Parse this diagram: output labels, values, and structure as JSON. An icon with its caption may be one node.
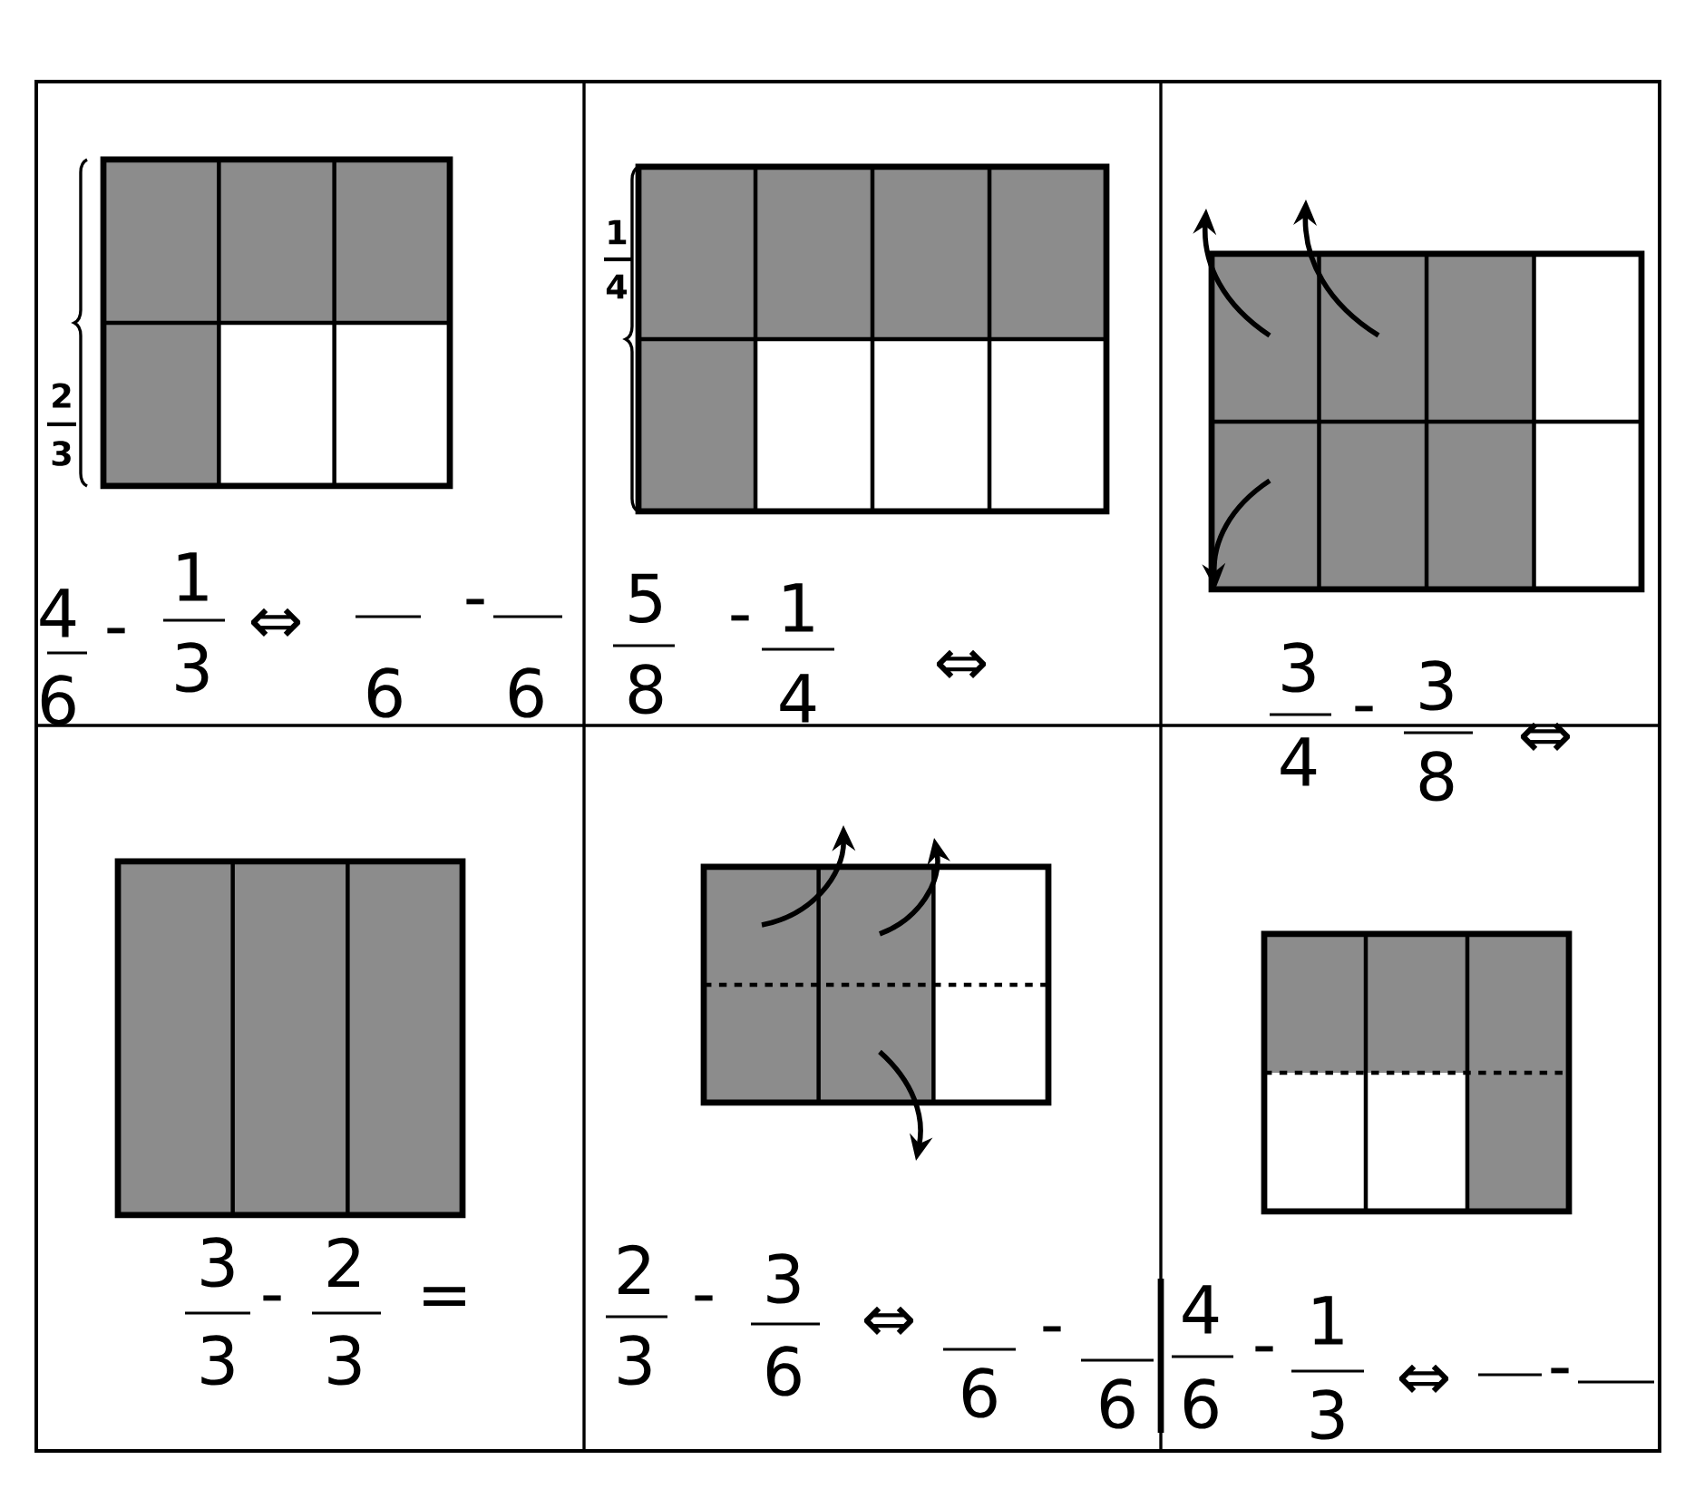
{
  "diagram": {
    "labels": [
      "2",
      "3",
      "1",
      "4",
      "4",
      "6",
      "-",
      "1",
      "3",
      "⇔",
      "6",
      "-",
      "6",
      "5",
      "8",
      "-",
      "1",
      "4",
      "⇔",
      "3",
      "4",
      "-",
      "3",
      "8",
      "⇔",
      "3",
      "3",
      "-",
      "2",
      "3",
      "=",
      "2",
      "3",
      "-",
      "3",
      "6",
      "⇔",
      "6",
      "-",
      "6",
      "4",
      "6",
      "-",
      "1",
      "3",
      "⇔",
      "-"
    ]
  }
}
